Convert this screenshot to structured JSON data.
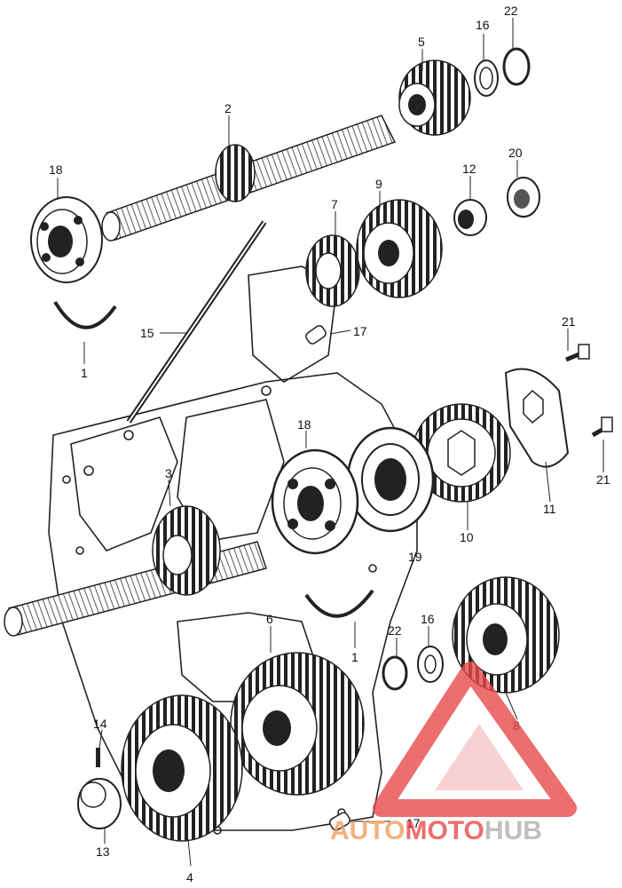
{
  "callouts": {
    "c1a": "1",
    "c1b": "1",
    "c2": "2",
    "c3": "3",
    "c4": "4",
    "c5": "5",
    "c6": "6",
    "c7": "7",
    "c8": "8",
    "c9": "9",
    "c10": "10",
    "c11": "11",
    "c12": "12",
    "c13": "13",
    "c14": "14",
    "c15": "15",
    "c16a": "16",
    "c16b": "16",
    "c17a": "17",
    "c17b": "17",
    "c18a": "18",
    "c18b": "18",
    "c19": "19",
    "c20": "20",
    "c21a": "21",
    "c21b": "21",
    "c22a": "22",
    "c22b": "22"
  },
  "watermark": {
    "part1": "AUTO",
    "part2": "MOTO",
    "part3": "HUB",
    "color_orange": "#f0a060",
    "color_red": "#e84a4a",
    "color_gray": "#b0b0b0"
  }
}
